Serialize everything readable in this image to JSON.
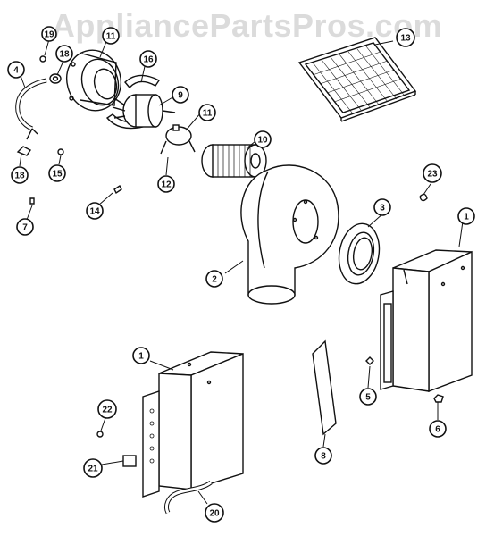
{
  "watermark": "AppliancePartsPros.com",
  "callouts": [
    {
      "id": "c19",
      "label": "19"
    },
    {
      "id": "c11a",
      "label": "11"
    },
    {
      "id": "c18a",
      "label": "18"
    },
    {
      "id": "c4",
      "label": "4"
    },
    {
      "id": "c16",
      "label": "16"
    },
    {
      "id": "c9",
      "label": "9"
    },
    {
      "id": "c11b",
      "label": "11"
    },
    {
      "id": "c13",
      "label": "13"
    },
    {
      "id": "c10",
      "label": "10"
    },
    {
      "id": "c18b",
      "label": "18"
    },
    {
      "id": "c15",
      "label": "15"
    },
    {
      "id": "c12",
      "label": "12"
    },
    {
      "id": "c14",
      "label": "14"
    },
    {
      "id": "c7",
      "label": "7"
    },
    {
      "id": "c23",
      "label": "23"
    },
    {
      "id": "c3",
      "label": "3"
    },
    {
      "id": "c1a",
      "label": "1"
    },
    {
      "id": "c2",
      "label": "2"
    },
    {
      "id": "c1b",
      "label": "1"
    },
    {
      "id": "c5",
      "label": "5"
    },
    {
      "id": "c6",
      "label": "6"
    },
    {
      "id": "c22",
      "label": "22"
    },
    {
      "id": "c8",
      "label": "8"
    },
    {
      "id": "c21",
      "label": "21"
    },
    {
      "id": "c20",
      "label": "20"
    }
  ]
}
